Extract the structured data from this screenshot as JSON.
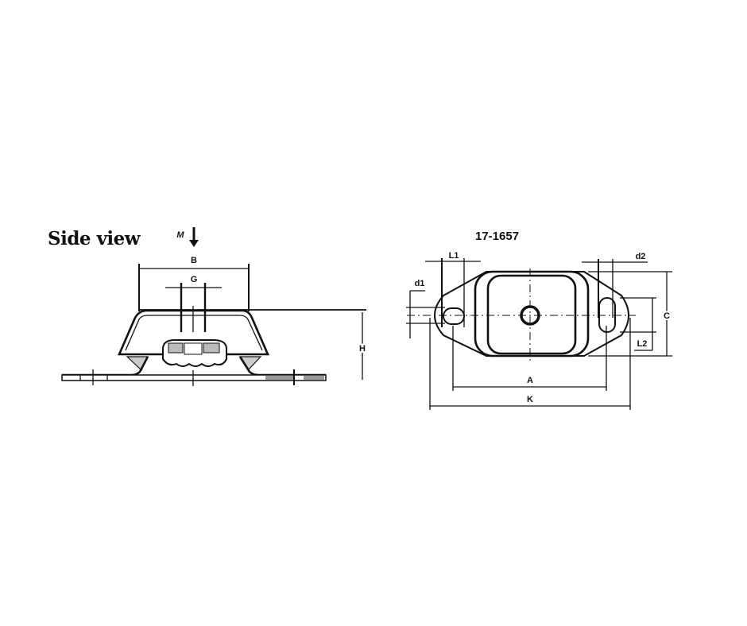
{
  "side_view": {
    "title": "Side view",
    "load_label": "M",
    "dims": {
      "B": "B",
      "G": "G",
      "H": "H"
    }
  },
  "top_view": {
    "part_number": "17-1657",
    "dims": {
      "L1": "L1",
      "d1": "d1",
      "d2": "d2",
      "C": "C",
      "L2": "L2",
      "A": "A",
      "K": "K"
    }
  }
}
